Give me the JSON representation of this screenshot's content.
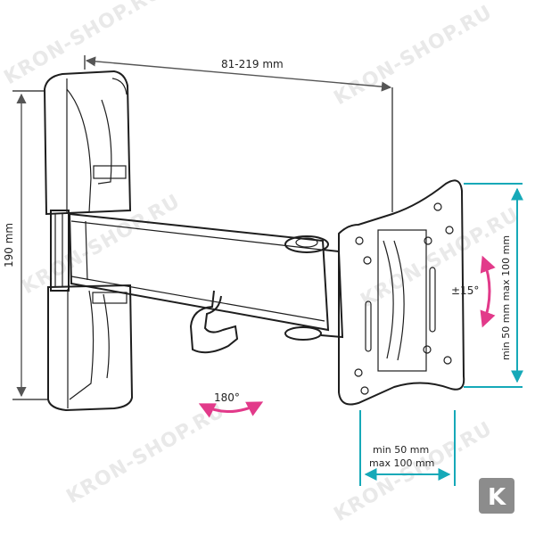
{
  "dimensions": {
    "arm_extension": "81-219 mm",
    "wall_plate_height": "190 mm",
    "vesa_vertical": "min 50 mm max 100 mm",
    "vesa_horizontal_min": "min 50 mm",
    "vesa_horizontal_max": "max 100 mm"
  },
  "rotations": {
    "tilt": "±15°",
    "swivel": "180°"
  },
  "watermark": {
    "text": "KRON-SHOP.RU",
    "logo_letter": "K"
  },
  "colors": {
    "accent_cyan": "#16a9b8",
    "accent_magenta": "#e23a8a",
    "line": "#1e1e1e",
    "watermark": "#e9e9e9",
    "logo_bg": "#8c8c8c"
  }
}
